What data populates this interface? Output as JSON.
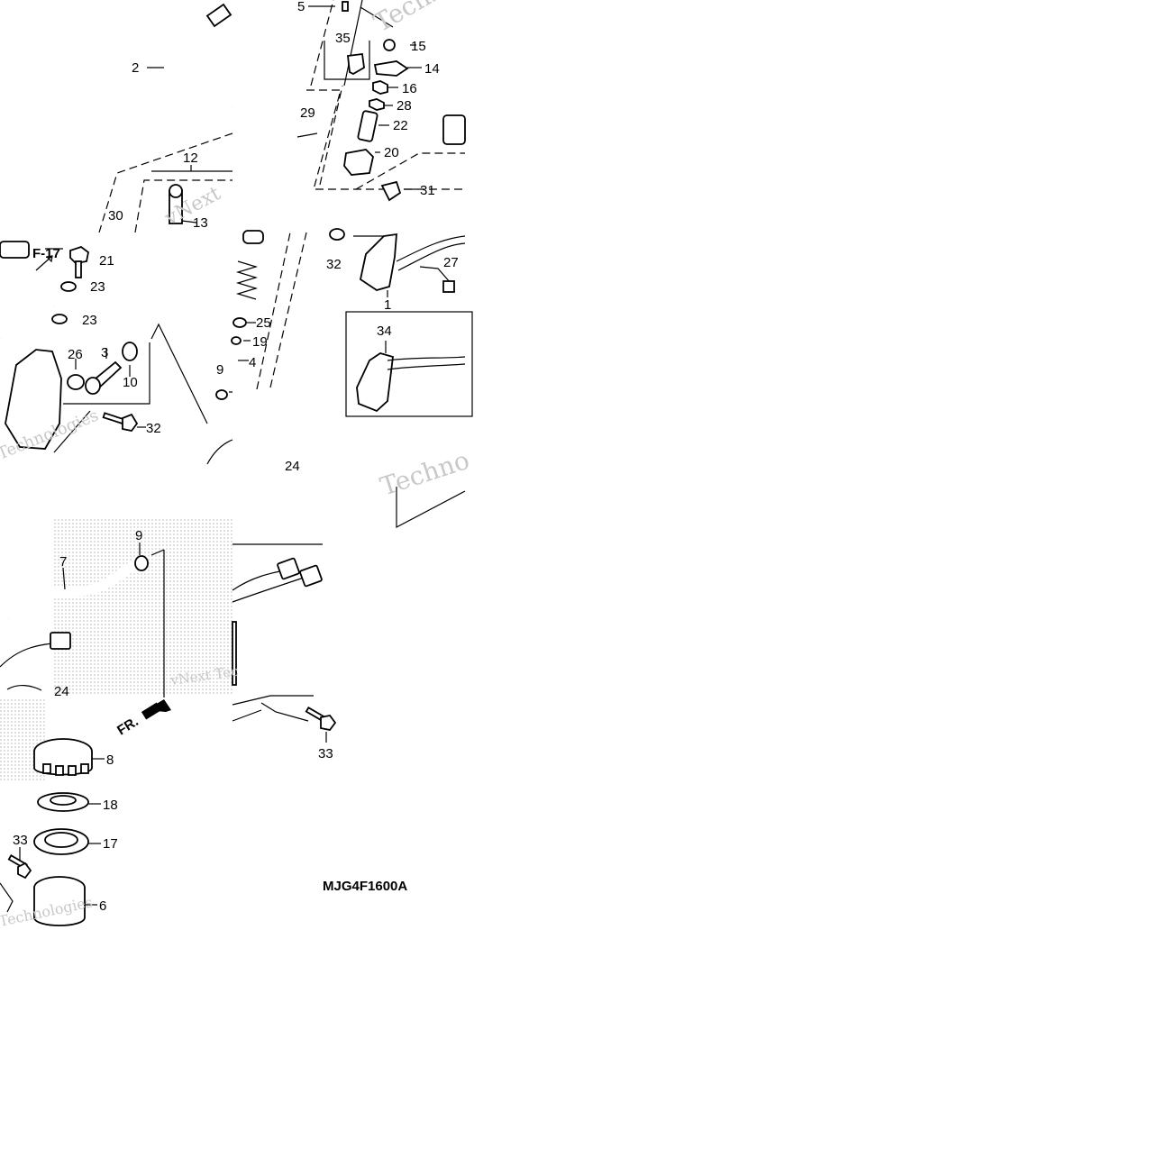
{
  "diagram_code": "MJG4F1600A",
  "front_marker": "FR.",
  "reference_label": "F-17",
  "watermarks": [
    "Techno",
    "vNext",
    "Technologies",
    "vNext Tec",
    "Technologies"
  ],
  "callouts": {
    "c1": "1",
    "c2": "2",
    "c3": "3",
    "c4": "4",
    "c5": "5",
    "c6": "6",
    "c7": "7",
    "c8": "8",
    "c9a": "9",
    "c9b": "9",
    "c10": "10",
    "c12": "12",
    "c13": "13",
    "c14": "14",
    "c15": "15",
    "c16": "16",
    "c17": "17",
    "c18": "18",
    "c19": "19",
    "c20": "20",
    "c21": "21",
    "c22": "22",
    "c23a": "23",
    "c23b": "23",
    "c24a": "24",
    "c25": "25",
    "c26": "26",
    "c27": "27",
    "c28": "28",
    "c29": "29",
    "c30": "30",
    "c31": "31",
    "c32a": "32",
    "c32b": "32",
    "c33a": "33",
    "c33b": "33",
    "c34": "34",
    "c35": "35"
  },
  "colors": {
    "ink": "#000000",
    "watermark": "#c8c8c8",
    "halftone": "#d9d9d9"
  }
}
